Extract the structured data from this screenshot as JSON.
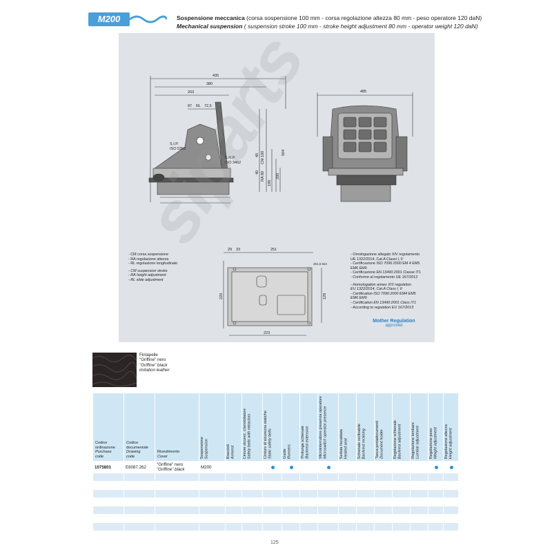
{
  "header": {
    "model": "M200",
    "title_it_bold": "Sospensione meccanica",
    "title_it_rest": " (corsa sospensione 100 mm - corsa regolazione altezza 80 mm - peso operatore 120 daN)",
    "title_en_bold": "Mechanical suspension",
    "title_en_rest": " ( suspension stroke 100 mm - stroke height adjustment 80 mm - operator weight 120 daN)"
  },
  "dims": {
    "d435": "435",
    "d380": "380",
    "d203": "203",
    "d87": "87",
    "rl": "RL",
    "d725": "72,5",
    "sip": "S.I.P.",
    "iso5353": "ISO 5353",
    "srp": "S.R.P.",
    "iso3462": "ISO 3462",
    "d504": "504",
    "d290": "290",
    "d196": "196",
    "cm": "CM 100",
    "ra": "RA 80",
    "d40a": "40",
    "d40b": "40",
    "d485": "485",
    "d29": "29",
    "d33": "33",
    "d251": "251",
    "d2514": "251,5 8x3",
    "d128": "128",
    "d220": "220",
    "d223": "223"
  },
  "notes_left": {
    "it": [
      "- CM corsa sospensione",
      "- RA regolazione altezza",
      "- RL regolazione longitudinale"
    ],
    "en": [
      "- CM suspension stroke",
      "- RA height adjustment",
      "- RL slide adjustment"
    ]
  },
  "notes_right": {
    "it": [
      "- Omologazione allegato XIV regolamento",
      "  UE 1322/2014, Cat.A Classi I, II",
      "- Certificazione ISO 7096:2000 EM 4 EM5",
      "  EM6 EM9",
      "- Certificazione EN 13490:2001 Classe IT1",
      "- Conforme al regolamento UE 167/2013"
    ],
    "en": [
      "- Homologation annex XIV regulation",
      "  EU 1322/2014, Cat.A Class I, II",
      "- Certification ISO 7096:2000 EM4 EM5",
      "  EM6 EM9",
      "- Certification EN 13490:2001 Class IT1",
      "- According to regulation EU 167/2013"
    ]
  },
  "mother_regulation": {
    "title": "Mother Regulation",
    "sub": "approved"
  },
  "material": {
    "it1": "Fintapelle",
    "it2": "\"Griffine\" nero",
    "en1": "\"Griffine\" black",
    "en2": "imitation leather"
  },
  "table": {
    "h_purchase_it": "Codice",
    "h_purchase_it2": "ordinazione",
    "h_purchase_en": "Purchase",
    "h_purchase_en2": "code",
    "h_drawing_it": "Codice",
    "h_drawing_it2": "documentale",
    "h_drawing_en": "Drawing",
    "h_drawing_en2": "code",
    "h_cover_it": "Rivestimento",
    "h_cover_en": "Cover",
    "vcols": [
      {
        "it": "Sospensione",
        "en": "Suspension"
      },
      {
        "it": "Braccioli",
        "en": "Armrest"
      },
      {
        "it": "Cinture sicurez. c/arrotolatore",
        "en": "Safety belts with retractors"
      },
      {
        "it": "Cinture di sicurezza statiche",
        "en": "Static safety belts"
      },
      {
        "it": "Guide",
        "en": "Runners"
      },
      {
        "it": "Prolunga schienale",
        "en": "Backrest extension"
      },
      {
        "it": "Microinterruttore presenza operatore",
        "en": "Microswitch operator presence"
      },
      {
        "it": "Seduta riscaldata",
        "en": "Heated seat"
      },
      {
        "it": "Schienale reclinabile",
        "en": "Backrest reclining"
      },
      {
        "it": "Tasca portadocumenti",
        "en": "Document holder"
      },
      {
        "it": "Regolazione schienale",
        "en": "Backrest adjustment"
      },
      {
        "it": "Regolazione lombare",
        "en": "Lumbar adjustment"
      },
      {
        "it": "Regolazione peso",
        "en": "Weight adjustment"
      },
      {
        "it": "Regolazione altezza",
        "en": "Height adjustment"
      }
    ],
    "row": {
      "purchase": "1075801",
      "drawing": "E8087.262",
      "cover_it": "\"Griffine\" nero",
      "cover_en": "\"Griffine\" black",
      "suspension": "M200"
    }
  },
  "page_number": "125",
  "watermark": "siparts",
  "colors": {
    "accent": "#4a9fd8",
    "table_header": "#cfe7f5",
    "dot": "#2a93d5"
  }
}
